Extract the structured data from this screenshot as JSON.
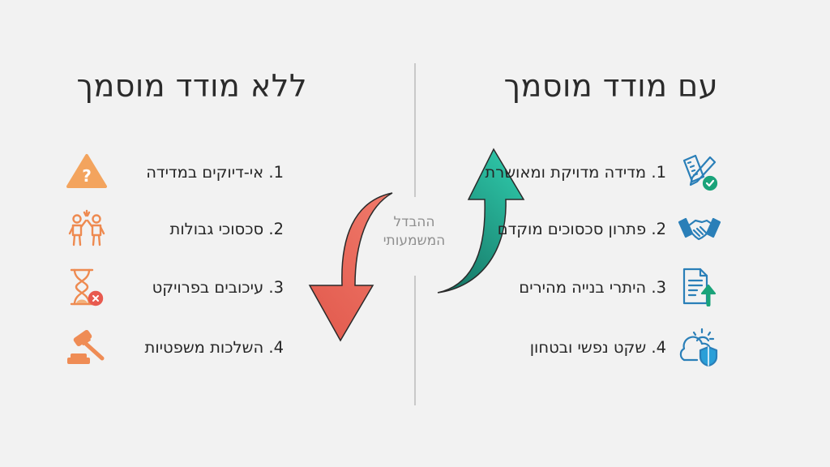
{
  "right_column": {
    "title": "עם מודד מוסמך",
    "items": [
      {
        "label": "1. מדידה מדויקת ומאושרת",
        "icon": "ruler-pencil-check-icon"
      },
      {
        "label": "2. פתרון סכסוכים מוקדם",
        "icon": "handshake-icon"
      },
      {
        "label": "3. היתרי בנייה מהירים",
        "icon": "document-upload-icon"
      },
      {
        "label": "4. שקט נפשי ובטחון",
        "icon": "cloud-shield-icon"
      }
    ]
  },
  "left_column": {
    "title": "ללא מודד מוסמך",
    "items": [
      {
        "label": "1. אי-דיוקים במדידה",
        "icon": "warning-question-icon"
      },
      {
        "label": "2. סכסוכי גבולות",
        "icon": "arguing-people-icon"
      },
      {
        "label": "3. עיכובים בפרויקט",
        "icon": "hourglass-x-icon"
      },
      {
        "label": "4. השלכות משפטיות",
        "icon": "gavel-icon"
      }
    ]
  },
  "center_label": {
    "line1": "ההבדל",
    "line2": "המשמעותי"
  },
  "colors": {
    "positive": "#1a9a84",
    "negative": "#ec6a5c",
    "icon_blue": "#2a7fb8",
    "icon_orange": "#f0935a",
    "background": "#f2f2f2"
  }
}
